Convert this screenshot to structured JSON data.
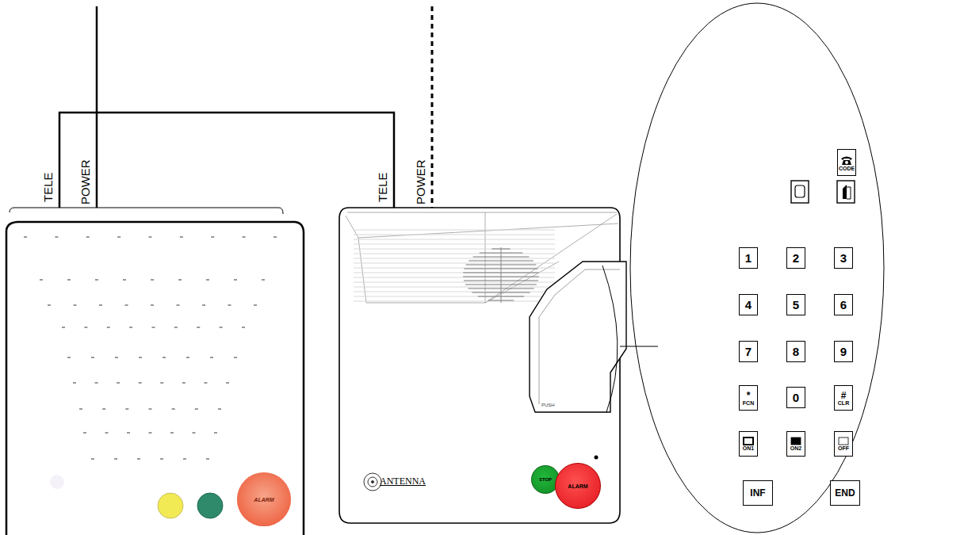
{
  "diagram": {
    "nodes": [
      {
        "text": [
          "ALARM"
        ]
      },
      {
        "text": [
          "STOP"
        ]
      },
      {
        "text": [
          "ALARM"
        ]
      },
      {
        "text": [
          "CODE"
        ]
      },
      {
        "text": [
          "1"
        ]
      },
      {
        "text": [
          "2"
        ]
      },
      {
        "text": [
          "3"
        ]
      },
      {
        "text": [
          "4"
        ]
      },
      {
        "text": [
          "5"
        ]
      },
      {
        "text": [
          "6"
        ]
      },
      {
        "text": [
          "7"
        ]
      },
      {
        "text": [
          "8"
        ]
      },
      {
        "text": [
          "9"
        ]
      },
      {
        "text": [
          "*",
          "FCN"
        ]
      },
      {
        "text": [
          "0"
        ]
      },
      {
        "text": [
          "#",
          "CLR"
        ]
      },
      {
        "text": [
          "ON1"
        ]
      },
      {
        "text": [
          "ON2"
        ]
      },
      {
        "text": [
          "OFF"
        ]
      },
      {
        "text": [
          "INF"
        ]
      },
      {
        "text": [
          "END"
        ]
      }
    ],
    "labels": [
      "TELE",
      "POWER",
      "TELE",
      "POWER",
      "PUSH",
      "ANTENNA"
    ]
  }
}
